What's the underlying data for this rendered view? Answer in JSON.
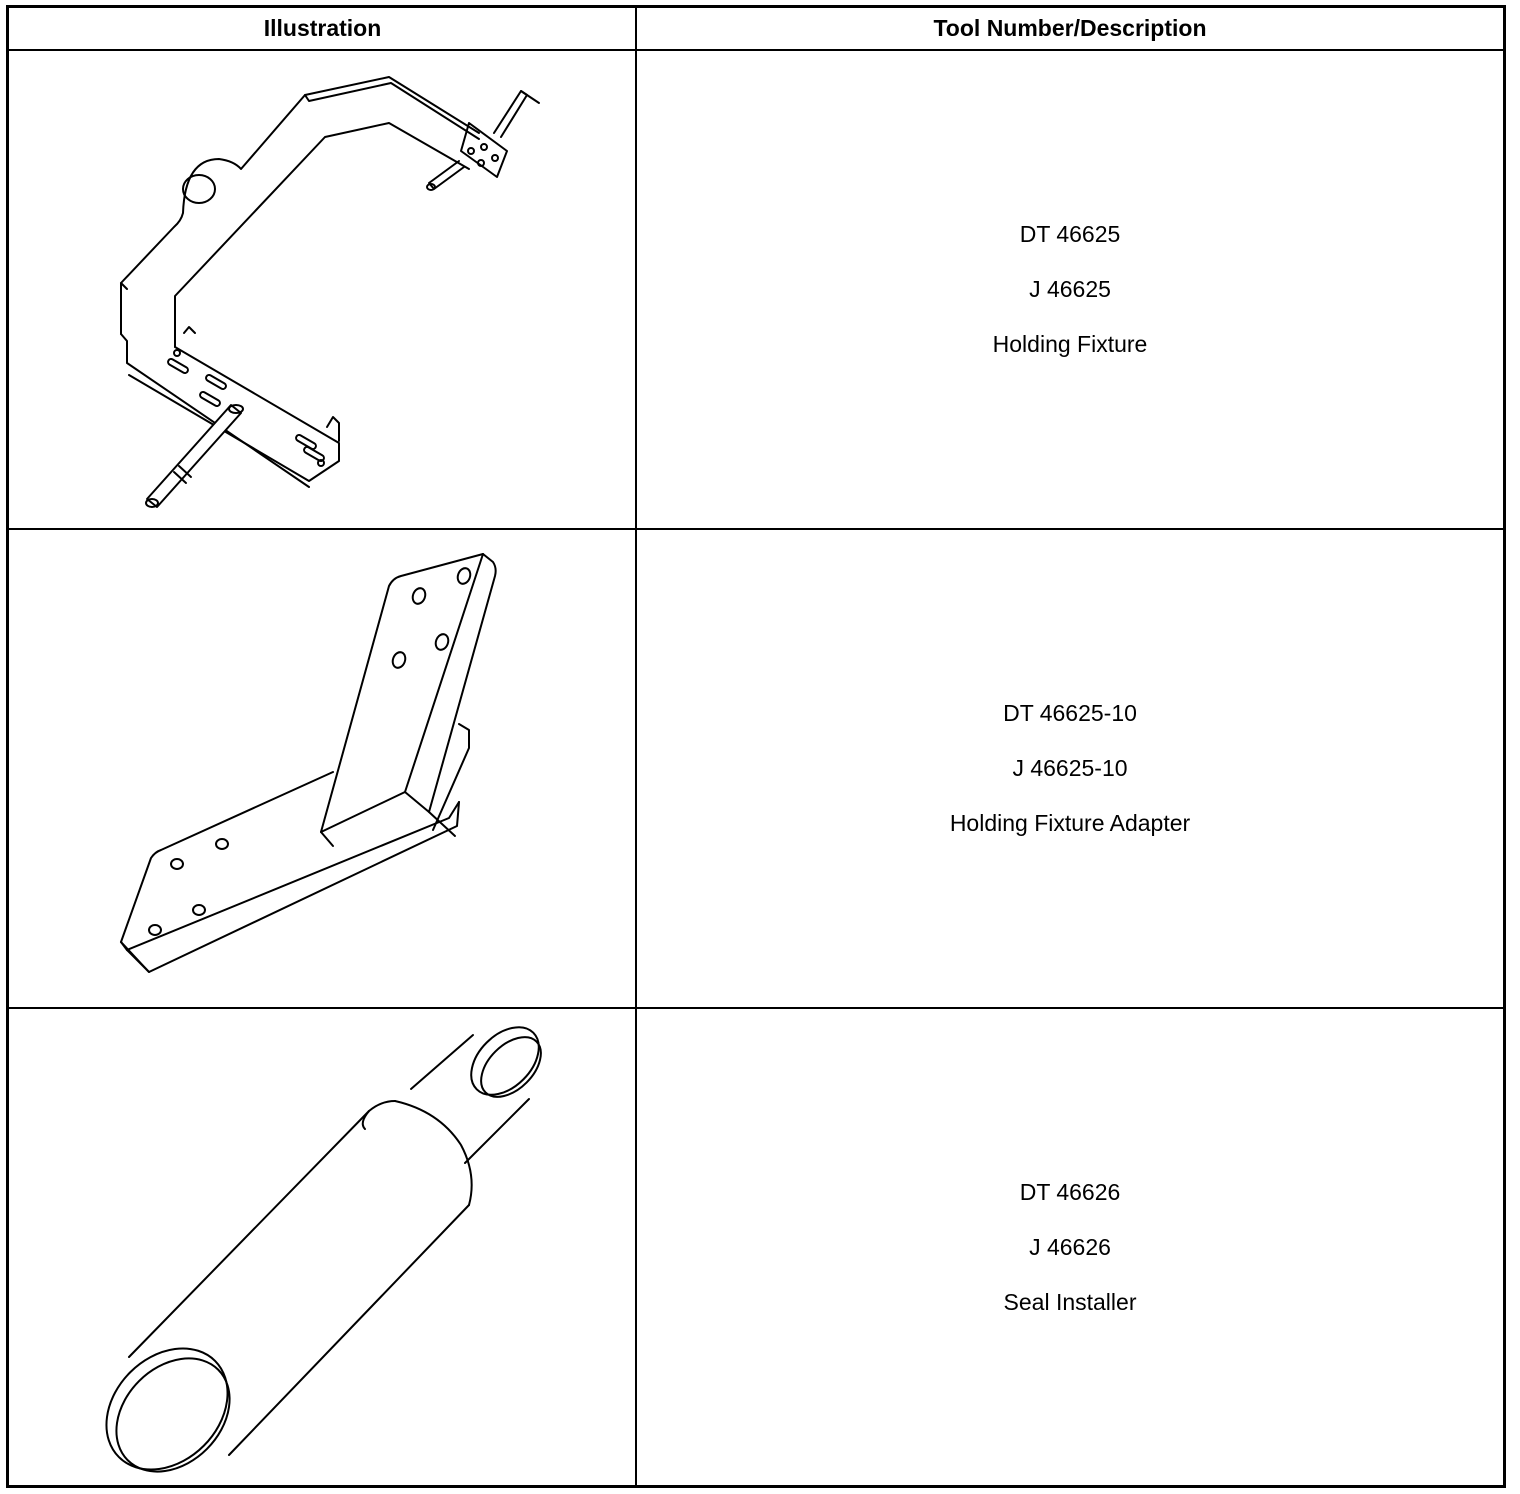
{
  "header": {
    "illustration": "Illustration",
    "description": "Tool Number/Description"
  },
  "tools": [
    {
      "dt_number": "DT 46625",
      "j_number": "J 46625",
      "name": "Holding Fixture",
      "icon": "holding-fixture-icon"
    },
    {
      "dt_number": "DT 46625-10",
      "j_number": "J 46625-10",
      "name": "Holding Fixture Adapter",
      "icon": "holding-fixture-adapter-icon"
    },
    {
      "dt_number": "DT 46626",
      "j_number": "J 46626",
      "name": "Seal Installer",
      "icon": "seal-installer-icon"
    }
  ]
}
